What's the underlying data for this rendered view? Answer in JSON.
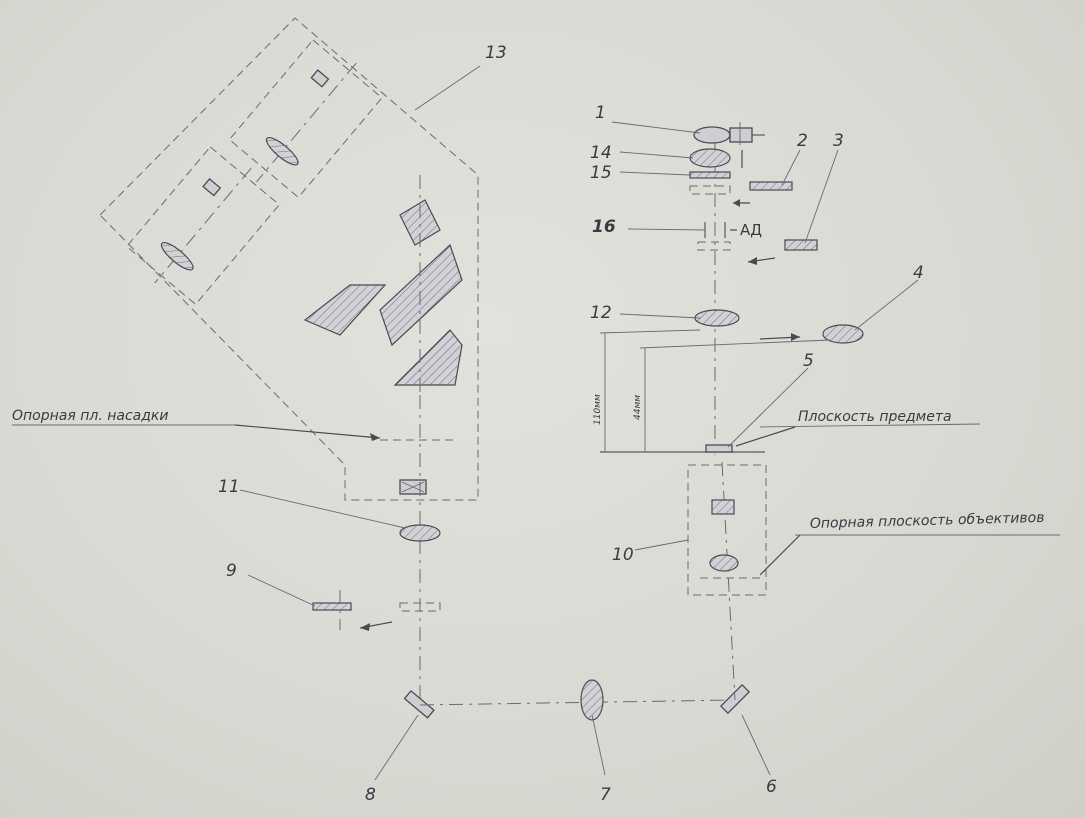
{
  "callouts": {
    "n1": "1",
    "n2": "2",
    "n3": "3",
    "n4": "4",
    "n5": "5",
    "n6": "6",
    "n7": "7",
    "n8": "8",
    "n9": "9",
    "n10": "10",
    "n11": "11",
    "n12": "12",
    "n13": "13",
    "n14": "14",
    "n15": "15",
    "n16": "16"
  },
  "labels": {
    "ad": "АД",
    "attachment_plane": "Опорная пл. насадки",
    "object_plane": "Плоскость предмета",
    "objectives_plane": "Опорная плоскость объективов",
    "dim_110": "110мм",
    "dim_44": "44мм"
  },
  "colors": {
    "paper": "#dcdcd6",
    "ink": "#4a4a55"
  }
}
